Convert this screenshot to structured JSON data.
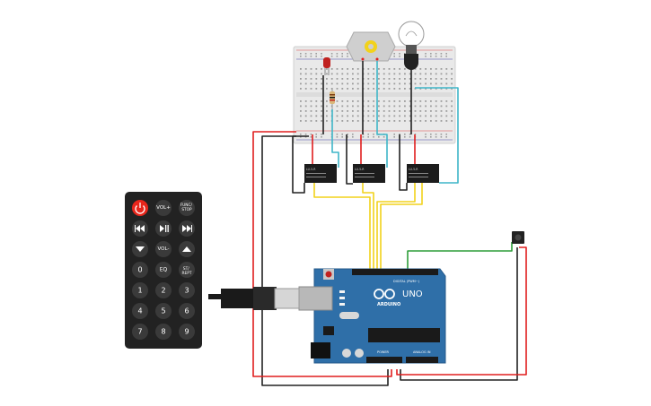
{
  "colors": {
    "wire_black": "#222222",
    "wire_red": "#e01e1e",
    "wire_yellow": "#f2d21b",
    "wire_teal": "#3fb6c8",
    "wire_green": "#2e9e3a",
    "board_blue": "#2f6fa8",
    "remote_body": "#222222",
    "remote_power": "#e8261b"
  },
  "remote": {
    "buttons_row1": [
      "VOL+",
      "FUNC/\nSTOP"
    ],
    "vol_minus": "VOL-",
    "zero": "0",
    "eq": "EQ",
    "st_rept": "ST/\nREPT",
    "digits": [
      "1",
      "2",
      "3",
      "4",
      "5",
      "6",
      "7",
      "8",
      "9"
    ]
  },
  "relays": [
    {
      "label": "LU-5-R"
    },
    {
      "label": "LU-5-R"
    },
    {
      "label": "LU-5-R"
    }
  ],
  "arduino": {
    "model": "UNO",
    "brand": "ARDUINO",
    "digital_label": "DIGITAL (PWM~)",
    "power_label": "POWER",
    "analog_label": "ANALOG IN"
  }
}
